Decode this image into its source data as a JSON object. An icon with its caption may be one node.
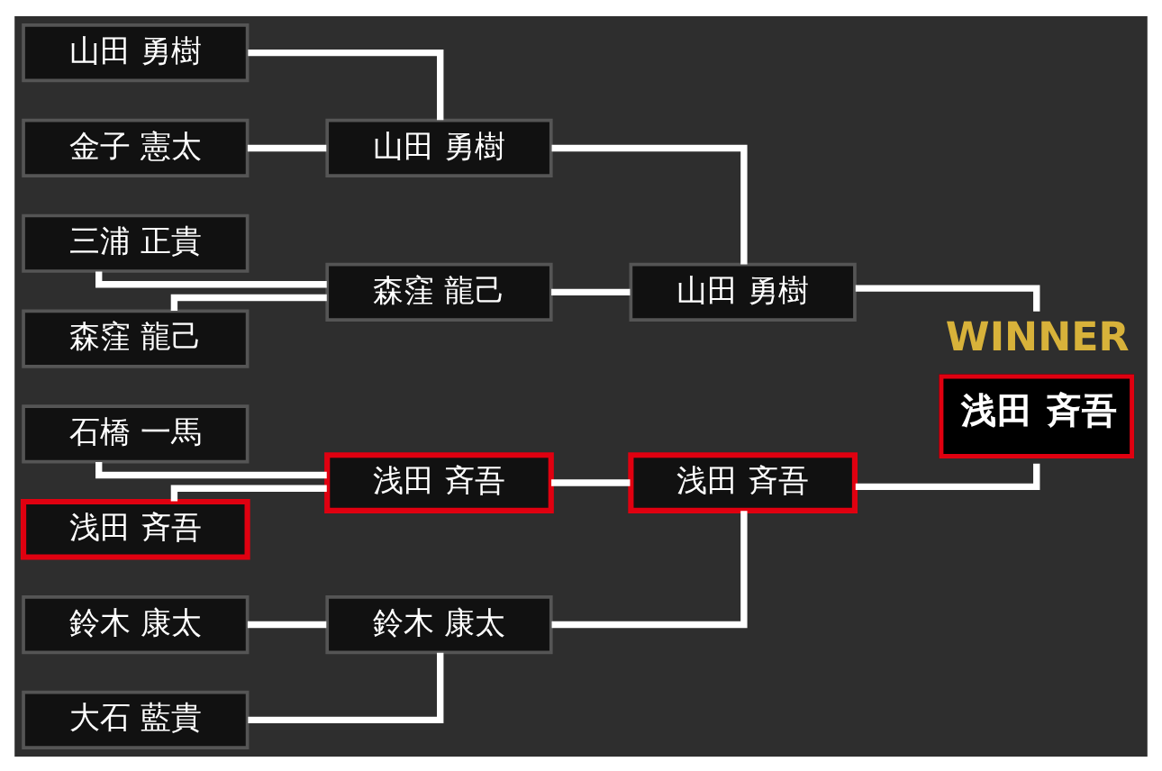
{
  "diagram": {
    "nodes": [
      {
        "text": [
          "山田 勇樹"
        ]
      },
      {
        "text": [
          "金子 憲太"
        ]
      },
      {
        "text": [
          "三浦 正貴"
        ]
      },
      {
        "text": [
          "森窪 龍己"
        ]
      },
      {
        "text": [
          "鈴木 康太"
        ]
      },
      {
        "text": [
          "大石 藍貴"
        ]
      },
      {
        "text": [
          "石橋 一馬"
        ]
      },
      {
        "text": [
          "浅田 斉吾"
        ]
      },
      {
        "text": [
          "山田 勇樹"
        ]
      },
      {
        "text": [
          "森窪 龍己"
        ]
      },
      {
        "text": [
          "鈴木 康太"
        ]
      },
      {
        "text": [
          "浅田 斉吾"
        ]
      },
      {
        "text": [
          "山田 勇樹"
        ]
      },
      {
        "text": [
          "浅田 斉吾"
        ]
      },
      {
        "text": [
          "浅田 斉吾"
        ],
        "beside": [
          "WINNER"
        ]
      }
    ],
    "edges": [
      {
        "from": 0,
        "to": 8,
        "arrow": "none"
      },
      {
        "from": 1,
        "to": 8,
        "arrow": "none"
      },
      {
        "from": 2,
        "to": 9,
        "arrow": "none"
      },
      {
        "from": 3,
        "to": 9,
        "arrow": "none"
      },
      {
        "from": 4,
        "to": 10,
        "arrow": "none"
      },
      {
        "from": 5,
        "to": 10,
        "arrow": "none"
      },
      {
        "from": 6,
        "to": 11,
        "arrow": "none"
      },
      {
        "from": 7,
        "to": 11,
        "arrow": "none"
      },
      {
        "from": 8,
        "to": 12,
        "arrow": "none"
      },
      {
        "from": 9,
        "to": 12,
        "arrow": "none"
      },
      {
        "from": 10,
        "to": 13,
        "arrow": "none"
      },
      {
        "from": 11,
        "to": 13,
        "arrow": "none"
      },
      {
        "from": 12,
        "to": 14,
        "arrow": "none"
      },
      {
        "from": 13,
        "to": 14,
        "arrow": "none"
      }
    ]
  }
}
